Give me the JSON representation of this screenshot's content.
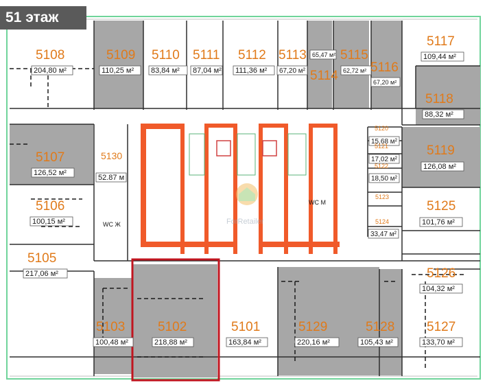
{
  "floor": {
    "label": "51 этаж"
  },
  "watermark": {
    "text": "ForRetailer"
  },
  "colors": {
    "room_number": "#e07a1a",
    "wall": "#2f2f2f",
    "dashed": "#1a1a1a",
    "outline": "#6fd49a",
    "grey_unit": "#a7a7a7",
    "core": "#f05a2a",
    "highlight": "#c0151f",
    "badge_bg": "#5a5a5a"
  },
  "units": [
    {
      "id": "5108",
      "area": "204,80 м²",
      "grey": false
    },
    {
      "id": "5109",
      "area": "110,25 м²",
      "grey": true
    },
    {
      "id": "5110",
      "area": "83,84 м²",
      "grey": false
    },
    {
      "id": "5111",
      "area": "87,04 м²",
      "grey": false
    },
    {
      "id": "5112",
      "area": "111,36 м²",
      "grey": false
    },
    {
      "id": "5113",
      "area": "67,20 м²",
      "grey": false
    },
    {
      "id": "5114",
      "area": "65,47 м²",
      "grey": true
    },
    {
      "id": "5115",
      "area": "62,72 м²",
      "grey": true
    },
    {
      "id": "5116",
      "area": "67,20 м²",
      "grey": true
    },
    {
      "id": "5117",
      "area": "109,44 м²",
      "grey": false
    },
    {
      "id": "5118",
      "area": "88,32 м²",
      "grey": true
    },
    {
      "id": "5107",
      "area": "126,52 м²",
      "grey": true
    },
    {
      "id": "5130",
      "area": "52.87 м",
      "grey": false
    },
    {
      "id": "5120",
      "area": "15,68 м²",
      "grey": false
    },
    {
      "id": "5121",
      "area": "17,02 м²",
      "grey": false
    },
    {
      "id": "5122",
      "area": "18,50 м²",
      "grey": false
    },
    {
      "id": "5119",
      "area": "126,08 м²",
      "grey": true
    },
    {
      "id": "5106",
      "area": "100,15 м²",
      "grey": false
    },
    {
      "id": "5123",
      "area": "",
      "grey": false
    },
    {
      "id": "5124",
      "area": "33,47 м²",
      "grey": false
    },
    {
      "id": "5125",
      "area": "101,76 м²",
      "grey": false
    },
    {
      "id": "5105",
      "area": "217,06 м²",
      "grey": false
    },
    {
      "id": "5126",
      "area": "104,32 м²",
      "grey": false
    },
    {
      "id": "5103",
      "area": "100,48 м²",
      "grey": true
    },
    {
      "id": "5102",
      "area": "218,88 м²",
      "grey": true
    },
    {
      "id": "5101",
      "area": "163,84 м²",
      "grey": false
    },
    {
      "id": "5129",
      "area": "220,16 м²",
      "grey": true
    },
    {
      "id": "5128",
      "area": "105,43 м²",
      "grey": true
    },
    {
      "id": "5127",
      "area": "133,70 м²",
      "grey": false
    }
  ],
  "wc": [
    {
      "label": "WC Ж"
    },
    {
      "label": "WC М"
    }
  ]
}
